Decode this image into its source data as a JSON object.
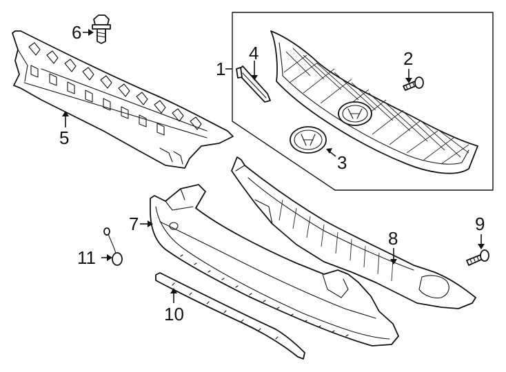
{
  "callouts": {
    "c1": "1",
    "c2": "2",
    "c3": "3",
    "c4": "4",
    "c5": "5",
    "c6": "6",
    "c7": "7",
    "c8": "8",
    "c9": "9",
    "c10": "10",
    "c11": "11"
  }
}
